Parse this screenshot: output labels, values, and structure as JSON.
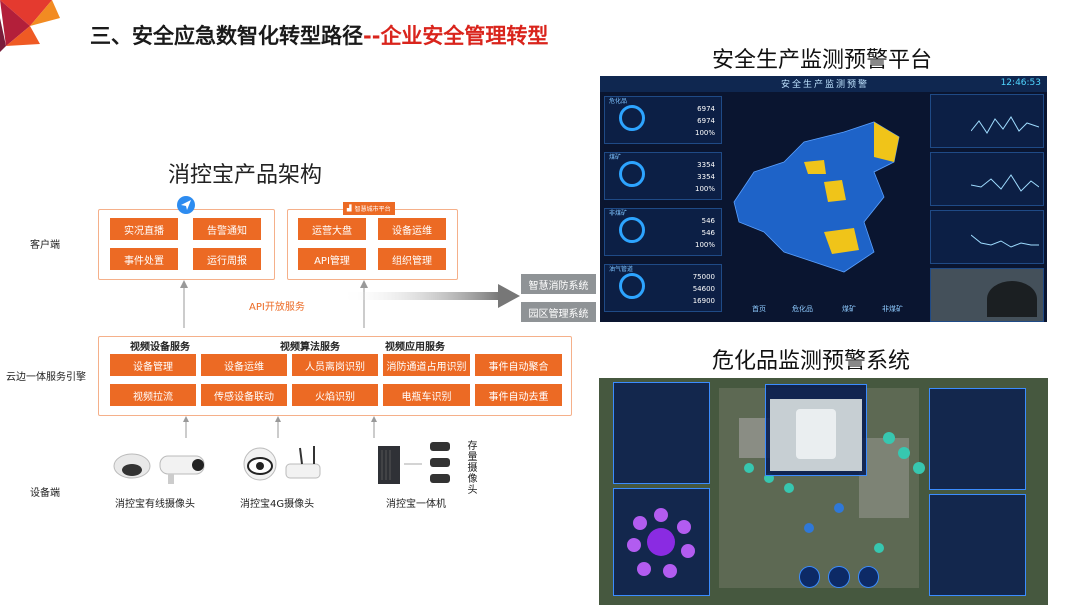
{
  "header": {
    "title_main": "三、安全应急数智化转型路径",
    "title_sep": "--",
    "title_accent": "企业安全管理转型"
  },
  "architecture": {
    "title": "消控宝产品架构",
    "rows": {
      "client": "客户端",
      "engine": "云边一体服务引擎",
      "device": "设备端"
    },
    "app_panel": {
      "buttons": [
        "实况直播",
        "告警通知",
        "事件处置",
        "运行周报"
      ]
    },
    "platform_panel": {
      "badge": "智慧城市平台",
      "buttons": [
        "运营大盘",
        "设备运维",
        "API管理",
        "组织管理"
      ]
    },
    "api_label": "API开放服务",
    "external_systems": [
      "智慧消防系统",
      "园区管理系统"
    ],
    "services": {
      "device_service": "视频设备服务",
      "algorithm_service": "视频算法服务",
      "app_service": "视频应用服务",
      "row1": [
        "设备管理",
        "设备运维",
        "人员离岗识别",
        "消防通道占用识别",
        "事件自动聚合"
      ],
      "row2": [
        "视频拉流",
        "传感设备联动",
        "火焰识别",
        "电瓶车识别",
        "事件自动去重"
      ]
    },
    "devices": {
      "wired": "消控宝有线摄像头",
      "g4": "消控宝4G摄像头",
      "box": "消控宝一体机",
      "storage": "存量摄像头"
    }
  },
  "right": {
    "platform_title": "安全生产监测预警平台",
    "system_title": "危化品监测预警系统",
    "dash1": {
      "header": "安全生产监测预警",
      "clock": "12:46:53",
      "cards": [
        {
          "label": "危化品",
          "values": [
            "6974",
            "6974",
            "100%"
          ]
        },
        {
          "label": "煤矿",
          "values": [
            "3354",
            "3354",
            "100%"
          ]
        },
        {
          "label": "非煤矿",
          "values": [
            "546",
            "546",
            "100%"
          ]
        },
        {
          "label": "油气管道",
          "values": [
            "75000",
            "54600",
            "16900"
          ]
        }
      ],
      "tabs": [
        "首页",
        "危化品",
        "煤矿",
        "非煤矿"
      ]
    },
    "colors": {
      "accent": "#ec6a24",
      "title_red": "#d9241c",
      "map_blue": "#1e63c8",
      "map_yellow": "#f0c419"
    }
  }
}
